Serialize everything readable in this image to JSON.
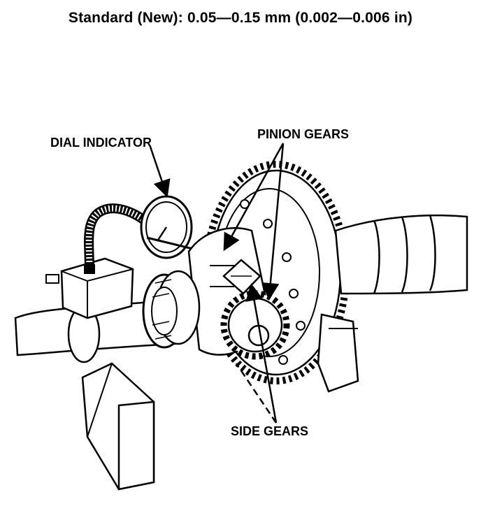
{
  "title": "Standard (New): 0.05—0.15 mm (0.002—0.006 in)",
  "labels": {
    "dial_indicator": "DIAL INDICATOR",
    "pinion_gears": "PINION GEARS",
    "side_gears": "SIDE GEARS"
  },
  "colors": {
    "ink": "#000000",
    "paper": "#ffffff"
  }
}
